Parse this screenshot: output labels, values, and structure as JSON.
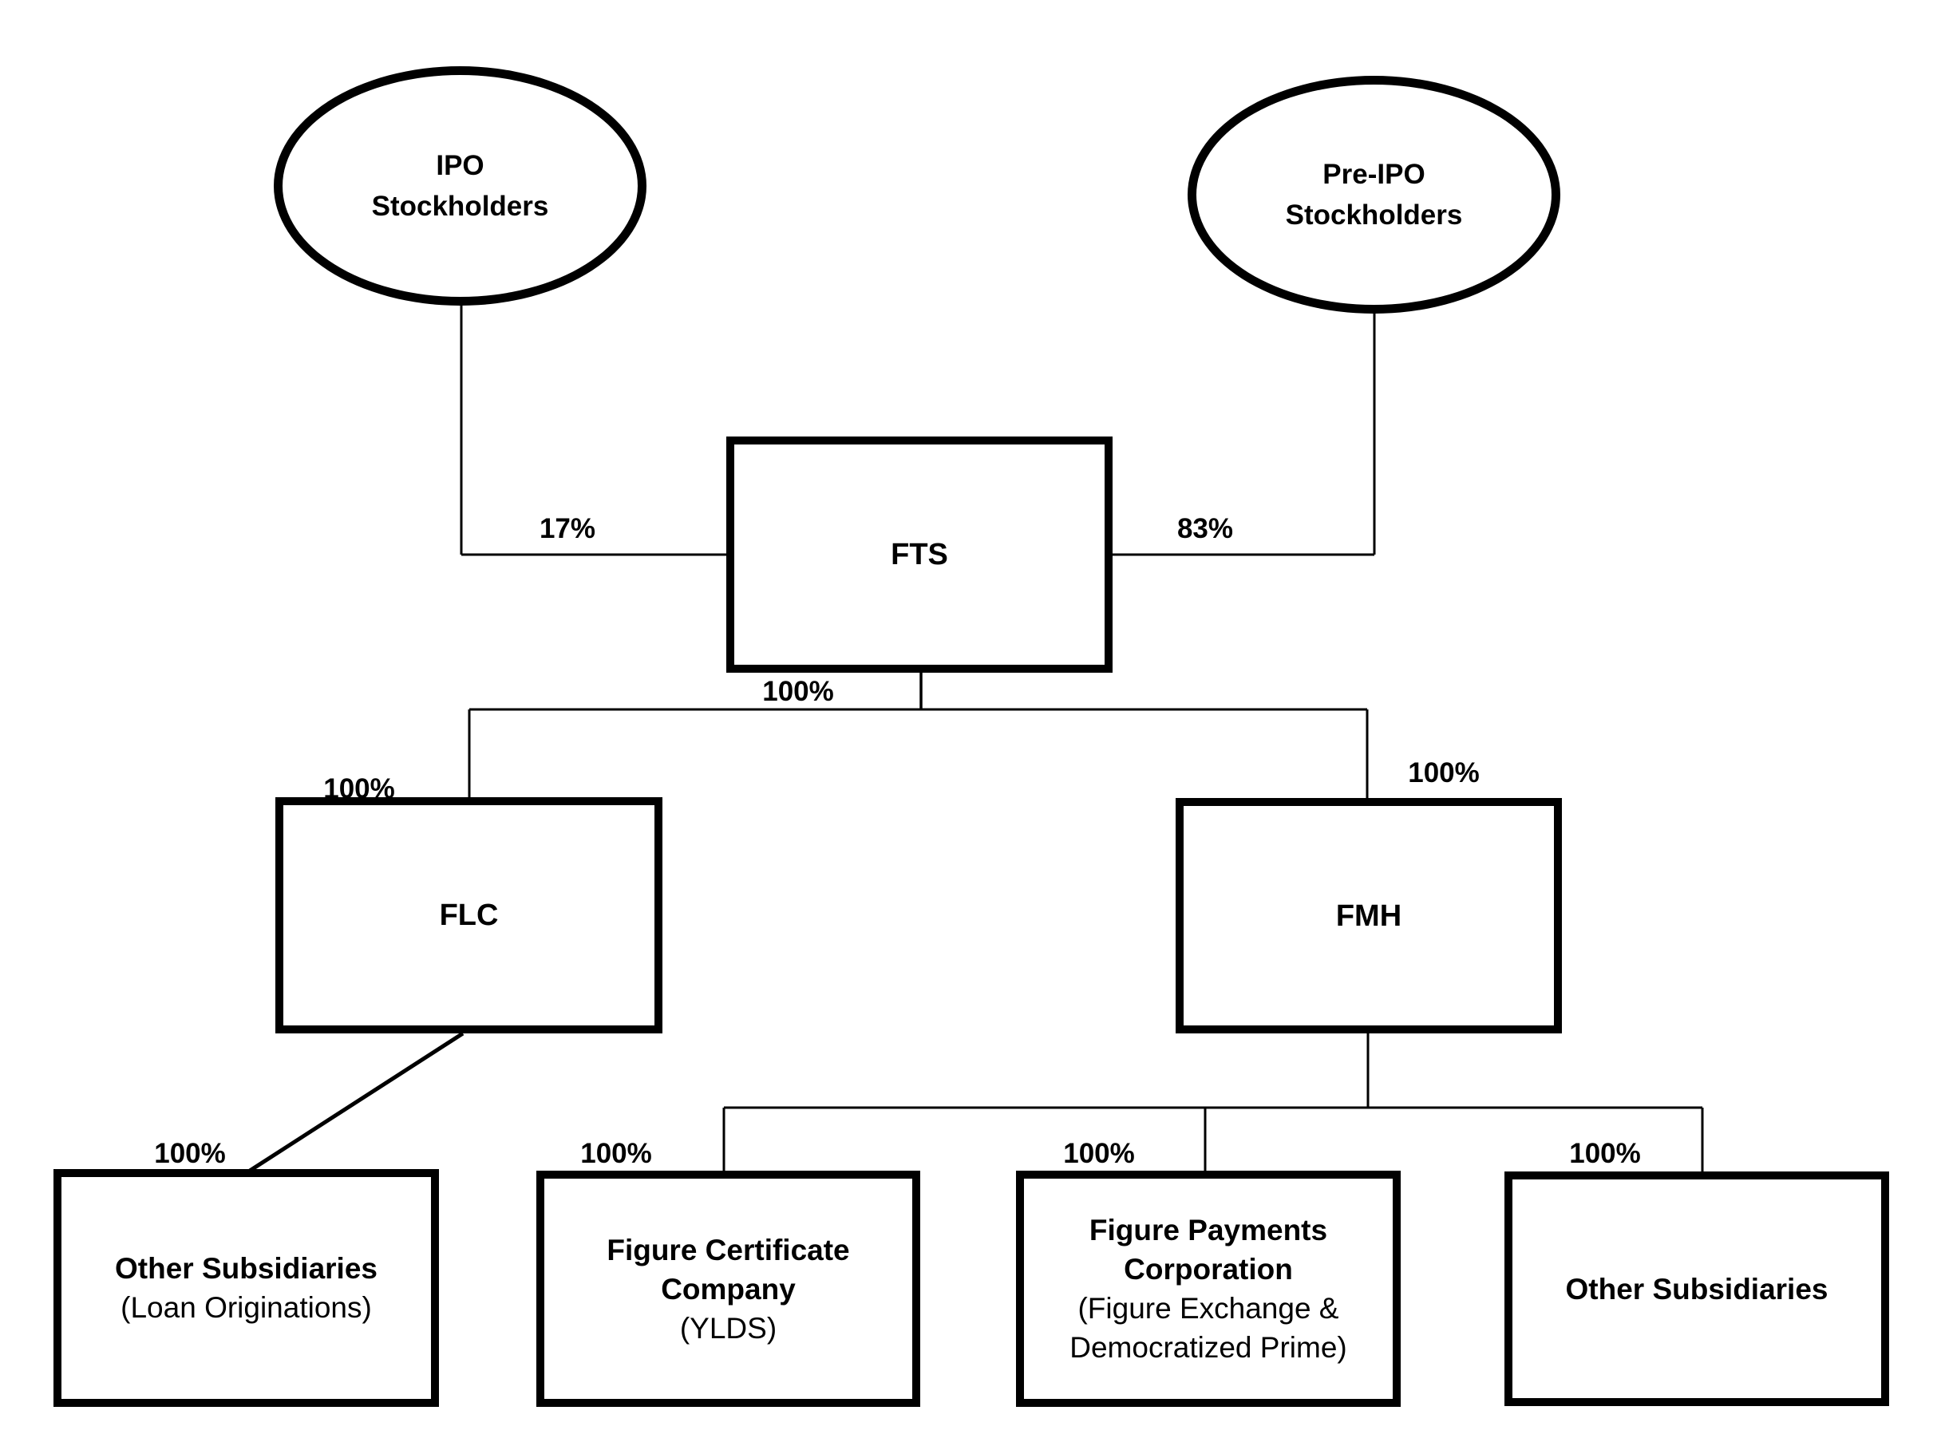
{
  "page": {
    "background": "#ffffff",
    "description": "Corporate ownership structure diagram"
  },
  "colors": {
    "outline": "#000000",
    "text": "#000000",
    "connector_line": "#000000",
    "fts_child_connector_accent": "#4f81bd"
  },
  "nodes": {
    "ipo_stockholders": {
      "shape": "ellipse",
      "lines": [
        "IPO",
        "Stockholders"
      ]
    },
    "pre_ipo_stockholders": {
      "shape": "ellipse",
      "lines": [
        "Pre-IPO",
        "Stockholders"
      ]
    },
    "fts": {
      "shape": "rect",
      "lines": [
        "FTS"
      ]
    },
    "flc": {
      "shape": "rect",
      "lines": [
        "FLC"
      ]
    },
    "fmh": {
      "shape": "rect",
      "lines": [
        "FMH"
      ]
    },
    "flc_other_subsidiaries": {
      "shape": "rect",
      "lines": [
        "Other Subsidiaries",
        "(Loan Originations)"
      ]
    },
    "figure_certificate_company": {
      "shape": "rect",
      "lines": [
        "Figure Certificate",
        "Company",
        "(YLDS)"
      ]
    },
    "figure_payments_corporation": {
      "shape": "rect",
      "lines": [
        "Figure Payments",
        "Corporation",
        "(Figure Exchange &",
        "Democratized Prime)"
      ]
    },
    "fmh_other_subsidiaries": {
      "shape": "rect",
      "lines": [
        "Other Subsidiaries"
      ]
    }
  },
  "ownership_labels": {
    "ipo_to_fts": "17%",
    "pre_ipo_to_fts": "83%",
    "fts_to_subsidiaries": "100%",
    "fts_to_flc": "100%",
    "fts_to_fmh": "100%",
    "flc_to_other_subsidiaries": "100%",
    "fmh_to_figure_certificate": "100%",
    "fmh_to_figure_payments": "100%",
    "fmh_to_other_subsidiaries": "100%"
  }
}
